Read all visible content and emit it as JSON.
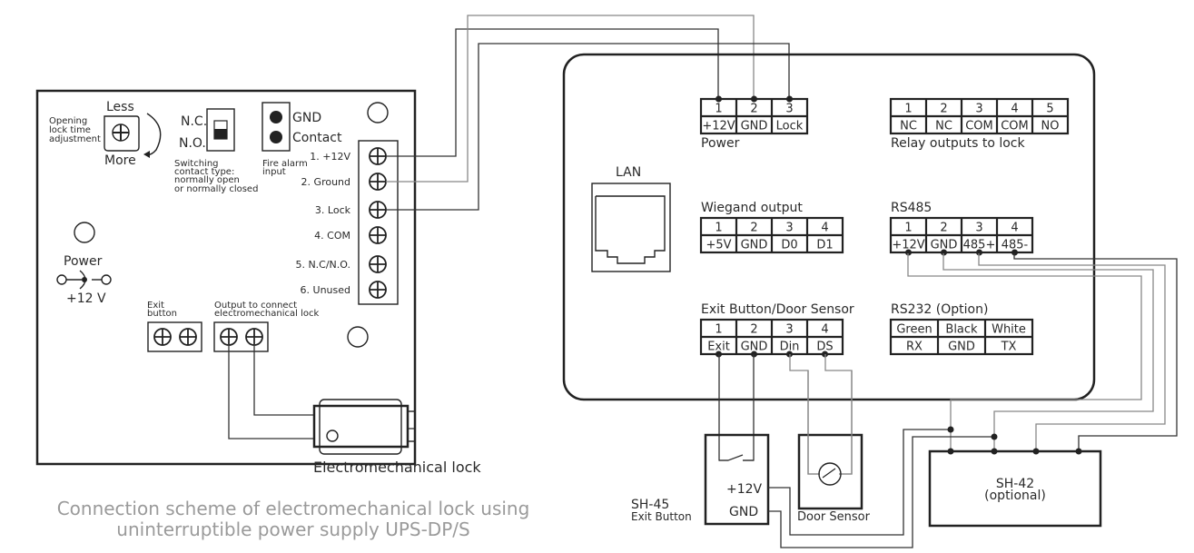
{
  "caption": {
    "line1": "Connection scheme of electromechanical lock using",
    "line2": "uninterruptible power supply UPS-DP/S"
  },
  "ups_board": {
    "adjust_label_lines": [
      "Opening",
      "lock time",
      "adjustment"
    ],
    "less": "Less",
    "more": "More",
    "nc": "N.C.",
    "no": "N.O.",
    "switch_desc_lines": [
      "Switching",
      "contact type:",
      "normally open",
      "or normally closed"
    ],
    "fire_gnd": "GND",
    "fire_contact": "Contact",
    "fire_label_lines": [
      "Fire alarm",
      "input"
    ],
    "terminals": [
      "1. +12V",
      "2. Ground",
      "3. Lock",
      "4. COM",
      "5. N.C/N.O.",
      "6. Unused"
    ],
    "power_label": "Power",
    "power_voltage": "+12 V",
    "exit_label_lines": [
      "Exit",
      "button"
    ],
    "output_label_lines": [
      "Output to connect",
      "electromechanical lock"
    ]
  },
  "lock": {
    "label": "Electromechanical lock"
  },
  "controller": {
    "power": {
      "title": "Power",
      "pins": [
        "1",
        "2",
        "3"
      ],
      "names": [
        "+12V",
        "GND",
        "Lock"
      ]
    },
    "relay": {
      "title": "Relay outputs to lock",
      "pins": [
        "1",
        "2",
        "3",
        "4",
        "5"
      ],
      "names": [
        "NC",
        "NC",
        "COM",
        "COM",
        "NO"
      ]
    },
    "lan": {
      "title": "LAN"
    },
    "wiegand": {
      "title": "Wiegand output",
      "pins": [
        "1",
        "2",
        "3",
        "4"
      ],
      "names": [
        "+5V",
        "GND",
        "D0",
        "D1"
      ]
    },
    "rs485": {
      "title": "RS485",
      "pins": [
        "1",
        "2",
        "3",
        "4"
      ],
      "names": [
        "+12V",
        "GND",
        "485+",
        "485-"
      ]
    },
    "exit_door": {
      "title": "Exit Button/Door Sensor",
      "pins": [
        "1",
        "2",
        "3",
        "4"
      ],
      "names": [
        "Exit",
        "GND",
        "Din",
        "DS"
      ]
    },
    "rs232": {
      "title": "RS232 (Option)",
      "colors": [
        "Green",
        "Black",
        "White"
      ],
      "names": [
        "RX",
        "GND",
        "TX"
      ]
    }
  },
  "exit_button": {
    "model": "SH-45",
    "label": "Exit Button",
    "v12": "+12V",
    "gnd": "GND"
  },
  "door_sensor": {
    "label": "Door Sensor"
  },
  "sh42": {
    "model": "SH-42",
    "note": "(optional)"
  }
}
